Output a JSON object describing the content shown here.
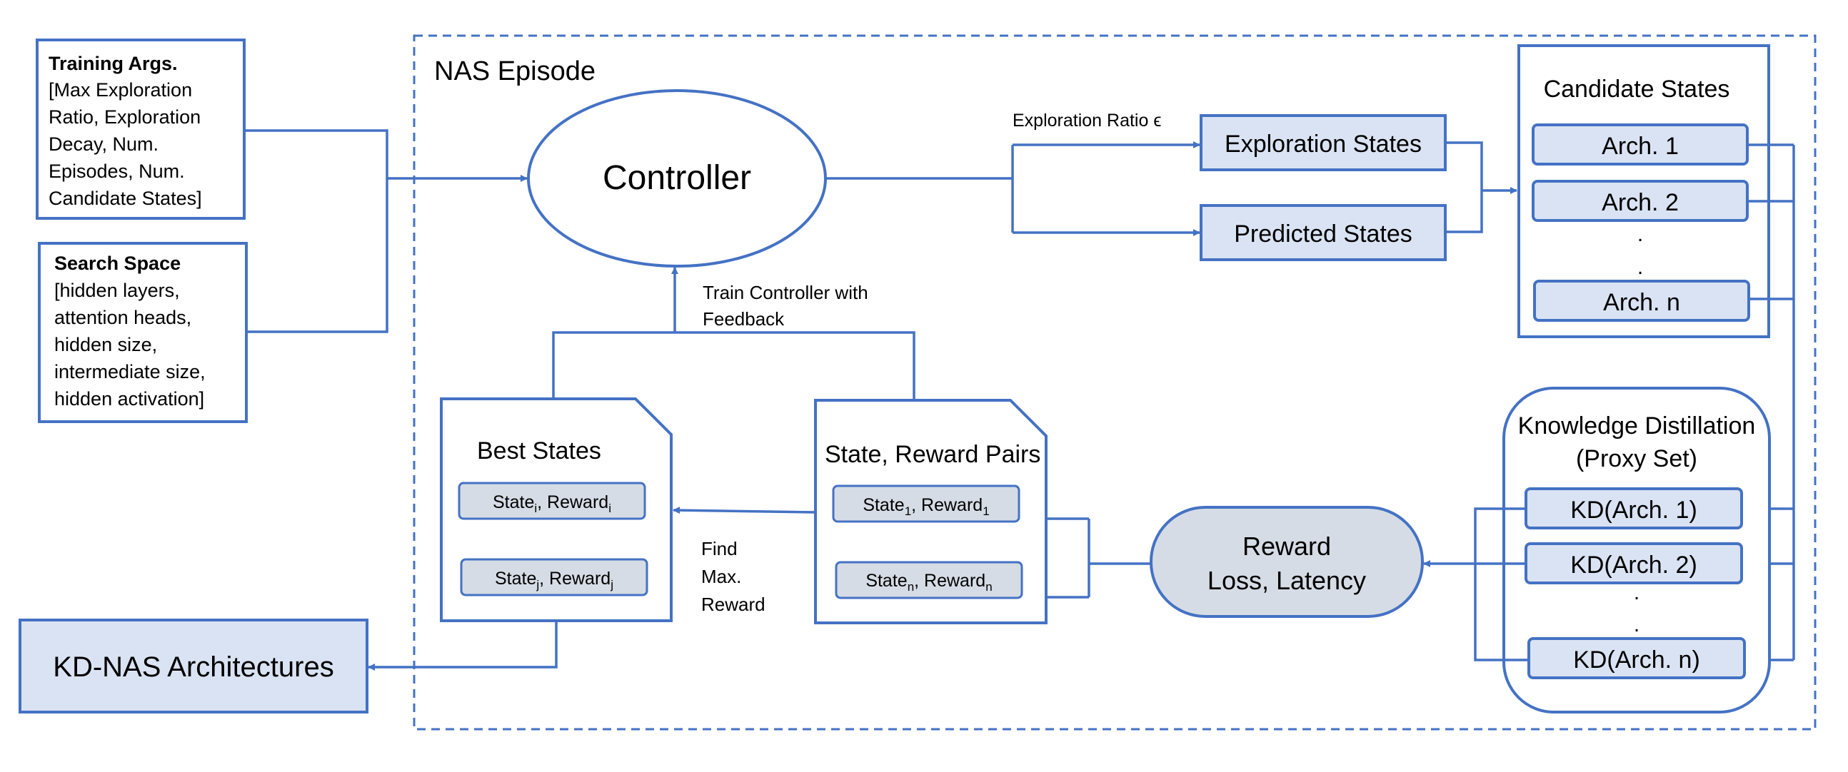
{
  "episode_label": "NAS Episode",
  "training_args": {
    "title": "Training Args.",
    "lines": [
      "[Max Exploration",
      "Ratio, Exploration",
      "Decay, Num.",
      "Episodes, Num.",
      "Candidate States]"
    ]
  },
  "search_space": {
    "title": "Search Space",
    "lines": [
      "[hidden layers,",
      "attention heads,",
      "hidden size,",
      "intermediate size,",
      "hidden activation]"
    ]
  },
  "controller": "Controller",
  "exploration_ratio": "Exploration Ratio ϵ",
  "exploration_states": "Exploration States",
  "predicted_states": "Predicted States",
  "candidate_states": {
    "title": "Candidate States",
    "items": [
      "Arch. 1",
      "Arch. 2",
      "Arch. n"
    ],
    "ellipsis": "."
  },
  "feedback_label": [
    "Train Controller with",
    "Feedback"
  ],
  "best_states": {
    "title": "Best States",
    "row1": {
      "state": "State",
      "sub_i": "i",
      "reward": ", Reward",
      "sub_i2": "i"
    },
    "row2": {
      "state": "State",
      "sub_j": "j",
      "reward": ", Reward",
      "sub_j2": "j"
    }
  },
  "pairs": {
    "title": "State, Reward Pairs",
    "row1": {
      "state": "State",
      "sub": "1",
      "reward": ", Reward",
      "sub2": "1"
    },
    "row2": {
      "state": "State",
      "sub": "n",
      "reward": ", Reward",
      "sub2": "n"
    }
  },
  "find_max": [
    "Find",
    "Max.",
    "Reward"
  ],
  "reward": {
    "title": "Reward",
    "subtitle": "Loss, Latency"
  },
  "kd": {
    "title": [
      "Knowledge Distillation",
      "(Proxy Set)"
    ],
    "items": [
      "KD(Arch. 1)",
      "KD(Arch. 2)",
      "KD(Arch. n)"
    ],
    "ellipsis": "."
  },
  "output": "KD-NAS Architectures",
  "colors": {
    "line": "#4472c4",
    "box_fill": "#dae3f3",
    "reward_fill": "#d6dce5"
  }
}
